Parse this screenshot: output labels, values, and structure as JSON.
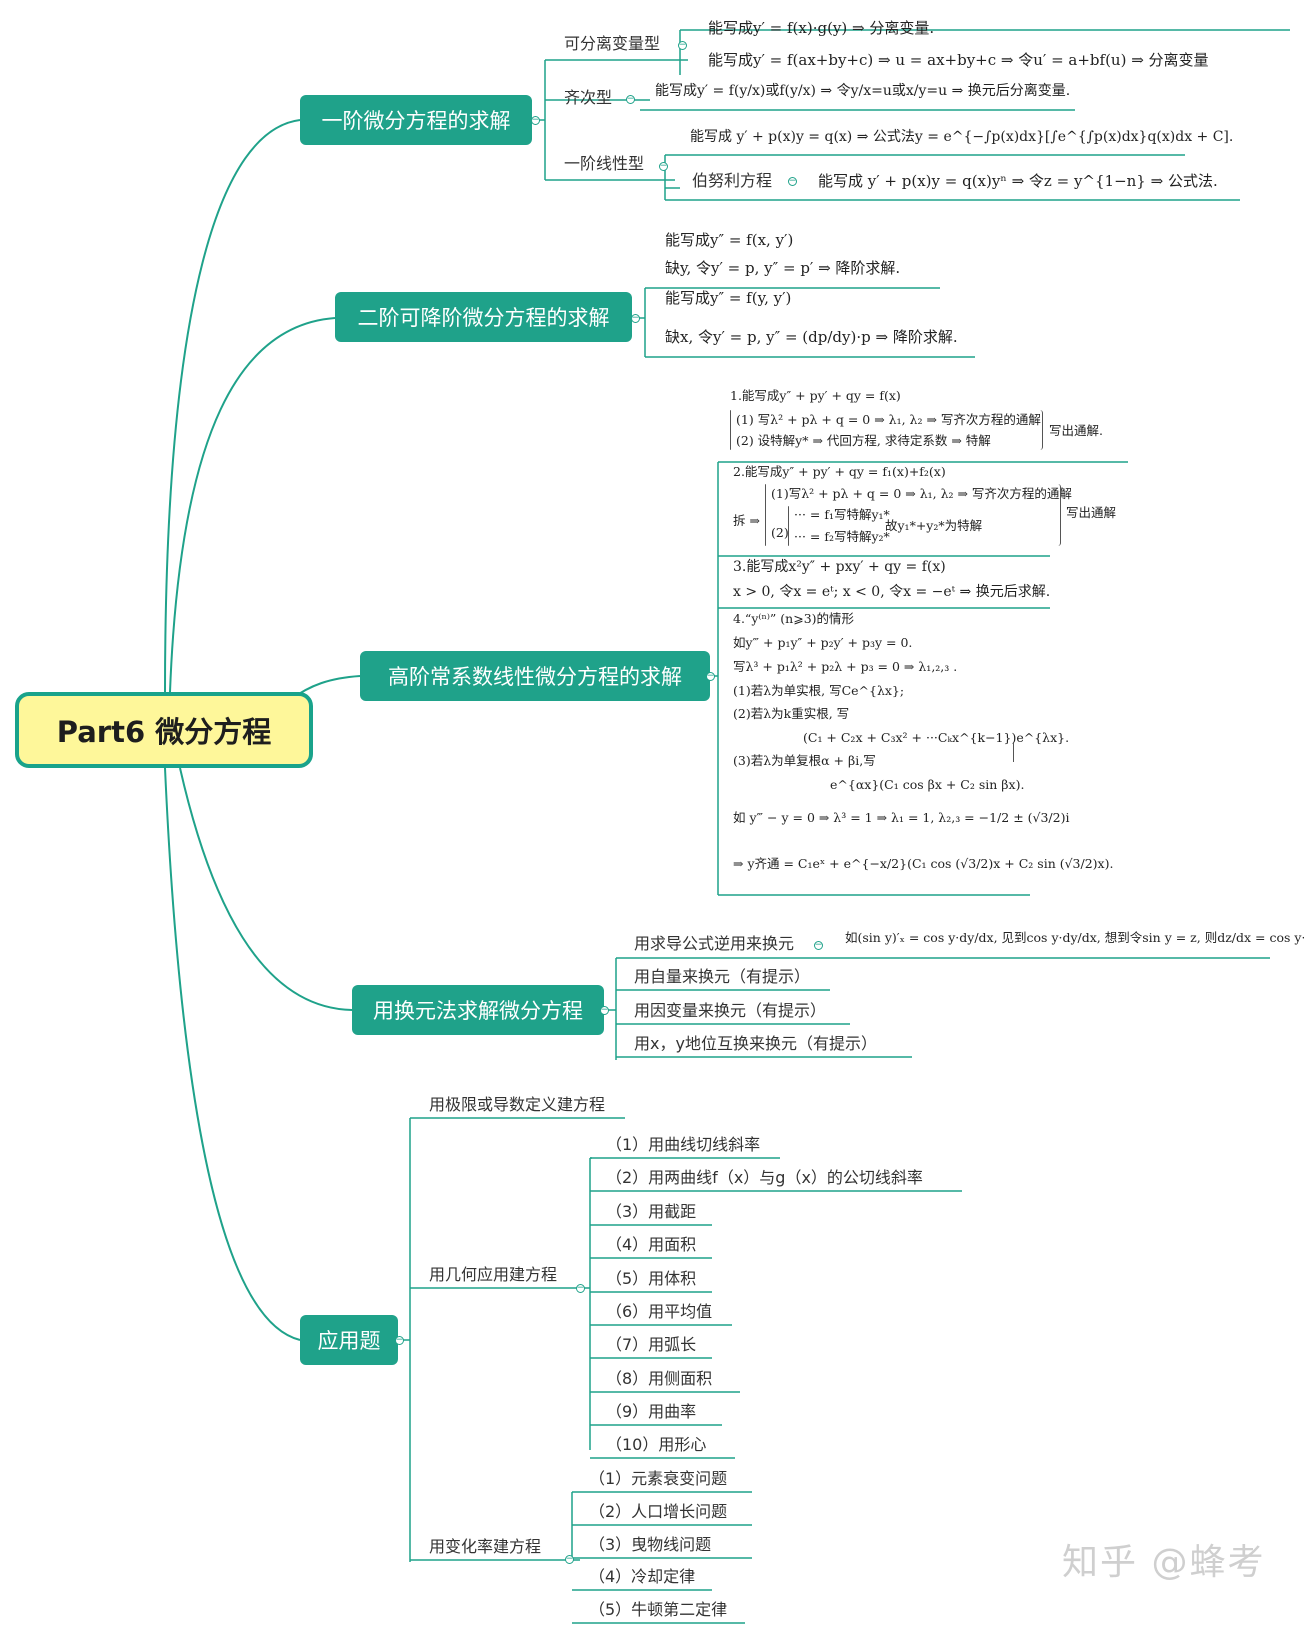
{
  "root": {
    "title": "Part6 微分方程"
  },
  "branches": [
    {
      "title": "一阶微分方程的求解",
      "subtopics": [
        {
          "label": "可分离变量型",
          "notes": [
            "能写成y′ = f(x)·g(y) ⇒ 分离变量.",
            "能写成y′ = f(ax+by+c) ⇒ u = ax+by+c ⇒ 令u′ = a+bf(u) ⇒ 分离变量"
          ]
        },
        {
          "label": "齐次型",
          "notes": [
            "能写成y′ = f(y/x)或f(y/x) ⇒ 令y/x=u或x/y=u ⇒ 换元后分离变量."
          ]
        },
        {
          "label": "一阶线性型",
          "notes": [
            "能写成 y′ + p(x)y = q(x) ⇒ 公式法y = e^{−∫p(x)dx}[∫e^{∫p(x)dx}q(x)dx + C]."
          ]
        },
        {
          "label": "伯努利方程",
          "notes": [
            "能写成 y′ + p(x)y = q(x)yⁿ ⇒ 令z = y^{1−n} ⇒ 公式法."
          ]
        }
      ]
    },
    {
      "title": "二阶可降阶微分方程的求解",
      "notes": [
        "能写成y″ = f(x, y′)",
        "缺y, 令y′ = p, y″ = p′ ⇒ 降阶求解.",
        "能写成y″ = f(y, y′)",
        "缺x, 令y′ = p, y″ = (dp/dy)·p ⇒ 降阶求解."
      ]
    },
    {
      "title": "高阶常系数线性微分方程的求解",
      "notes": [
        "1.能写成y″ + py′ + qy = f(x)",
        "(1) 写λ² + pλ + q = 0 ⇒ λ₁, λ₂ ⇒ 写齐次方程的通解",
        "(2) 设特解y* ⇒ 代回方程, 求待定系数 ⇒ 特解",
        "写出通解.",
        "2.能写成y″ + py′ + qy = f₁(x)+f₂(x)",
        "(1)写λ² + pλ + q = 0 ⇒ λ₁, λ₂ ⇒ 写齐次方程的通解",
        "拆 ⇒",
        "(2)",
        "··· = f₁写特解y₁*",
        "··· = f₂写特解y₂*",
        "故y₁*+y₂*为特解",
        "写出通解",
        "3.能写成x²y″ + pxy′ + qy = f(x)",
        "x > 0, 令x = eᵗ; x < 0, 令x = −eᵗ ⇒ 换元后求解.",
        "4.“y⁽ⁿ⁾” (n⩾3)的情形",
        "如y‴ + p₁y″ + p₂y′ + p₃y = 0.",
        "写λ³ + p₁λ² + p₂λ + p₃ = 0 ⇒ λ₁,₂,₃ .",
        "(1)若λ为单实根, 写Ce^{λx};",
        "(2)若λ为k重实根, 写",
        "(C₁ + C₂x + C₃x² + ···Cₖx^{k−1})e^{λx}.",
        "(3)若λ为单复根α + βi,写",
        "e^{αx}(C₁ cos βx + C₂ sin βx).",
        "如 y‴ − y = 0 ⇒ λ³ = 1 ⇒ λ₁ = 1, λ₂,₃ = −1/2 ± (√3/2)i",
        "⇒ y齐通 = C₁eˣ + e^{−x/2}(C₁ cos (√3/2)x + C₂ sin (√3/2)x)."
      ]
    },
    {
      "title": "用换元法求解微分方程",
      "subtopics": [
        {
          "label": "用求导公式逆用来换元",
          "note": "如(sin y)′ₓ = cos y·dy/dx, 见到cos y·dy/dx, 想到令sin y = z, 则dz/dx = cos y·dy/dx."
        },
        {
          "label": "用自量来换元（有提示）"
        },
        {
          "label": "用因变量来换元（有提示）"
        },
        {
          "label": "用x，y地位互换来换元（有提示）"
        }
      ]
    },
    {
      "title": "应用题",
      "subtopics": [
        {
          "label": "用极限或导数定义建方程"
        },
        {
          "label": "用几何应用建方程",
          "items": [
            "（1）用曲线切线斜率",
            "（2）用两曲线f（x）与g（x）的公切线斜率",
            "（3）用截距",
            "（4）用面积",
            "（5）用体积",
            "（6）用平均值",
            "（7）用弧长",
            "（8）用侧面积",
            "（9）用曲率",
            "（10）用形心"
          ]
        },
        {
          "label": "用变化率建方程",
          "items": [
            "（1）元素衰变问题",
            "（2）人口增长问题",
            "（3）曳物线问题",
            "（4）冷却定律",
            "（5）牛顿第二定律"
          ]
        }
      ]
    }
  ],
  "watermark": "知乎 @蜂考",
  "colors": {
    "branch": "#1fa28a",
    "root_fill": "#fef79a",
    "root_border": "#19a38b"
  }
}
